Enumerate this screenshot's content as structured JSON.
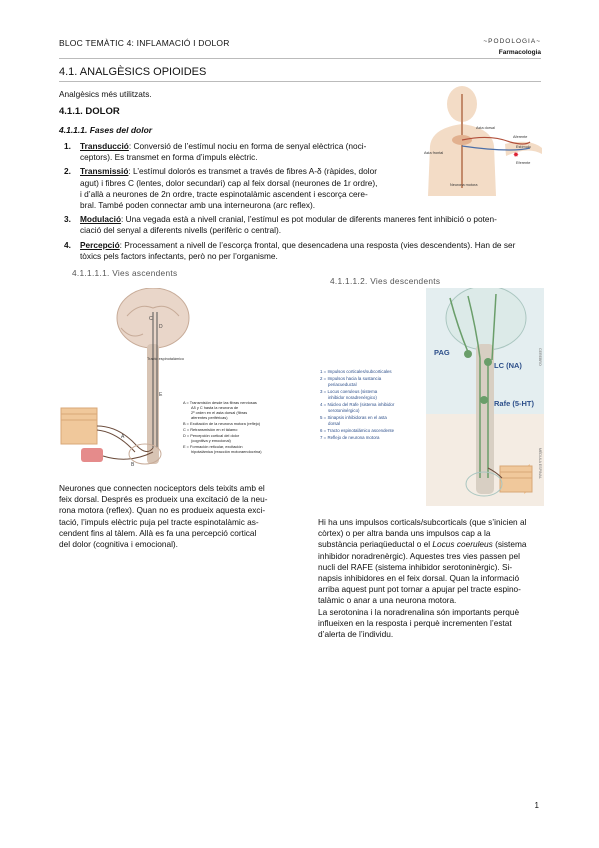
{
  "header": {
    "left": "BLOC TEMÀTIC 4: INFLAMACIÓ I DOLOR",
    "right_top": "~PODOLOGIA~",
    "right_bottom": "Farmacologia"
  },
  "section_title": "4.1. ANALGÈSICS OPIOIDES",
  "intro": "Analgèsics més utilitzats.",
  "h3": "4.1.1. DOLOR",
  "h4": "4.1.1.1. Fases del dolor",
  "steps": [
    {
      "num": "1.",
      "term": "Transducció",
      "lines": [
        ": Conversió de l’estímul nociu en forma de senyal elèctrica (noci-",
        "ceptors). Es transmet en forma d’impuls elèctric."
      ]
    },
    {
      "num": "2.",
      "term": "Transmissió",
      "lines": [
        ": L’estímul dolorós es transmet a través de fibres A-δ (ràpides, dolor",
        "agut) i fibres C (lentes, dolor secundari) cap al feix dorsal (neurones de 1r ordre),",
        "i d’allà a neurones de 2n ordre, tracte espinotalàmic ascendent i escorça cere-",
        "bral. També poden connectar amb una interneurona (arc reflex)."
      ]
    },
    {
      "num": "3.",
      "term": "Modulació",
      "lines": [
        ": Una vegada està a nivell cranial, l’estímul es pot modular de diferents maneres fent inhibició o poten-",
        "ciació del senyal a diferents nivells (perifèric o central)."
      ]
    },
    {
      "num": "4.",
      "term": "Percepció",
      "lines": [
        ": Processament a nivell de l’escorça frontal, que desencadena una resposta (vies descendents). Han de ser",
        "tòxics pels factors infectants, però no per l’organisme."
      ]
    }
  ],
  "sub_left": "4.1.1.1.1. Vies ascendents",
  "sub_right": "4.1.1.1.2. Vies descendents",
  "body_fig": {
    "labels": [
      "Asta dorsal",
      "Aferente",
      "Estímulo",
      "Eferente",
      "Asta frontal",
      "Neurona motora"
    ]
  },
  "asc_fig": {
    "tract_label": "Tracto espinotalámico",
    "legend": [
      "A = Transmisión desde las fibras nerviosas",
      "Aδ y C hasta la neurona de",
      "2º orden en el asta dorsal (fibras",
      "aferentes periféricas)",
      "B = Excitación de la neurona motora (reflejo)",
      "C = Retransmisión en el tálamo",
      "D = Percepción cortical del dolor",
      "(cognitiva y emocional)",
      "E = Formación reticular, excitación",
      "hipotalámica (reacción motoraendocrina)"
    ]
  },
  "desc_fig": {
    "labels": [
      "PAG",
      "LC (NA)",
      "Rafe (5-HT)",
      "CEREBRO",
      "MÉDULA ESPINAL"
    ],
    "legend": [
      "1 = Impulsos corticales/subcorticales",
      "2 = Impulsos hacia la sustancia",
      "periacueductal",
      "3 = Locus coeruleus (sistema",
      "inhibidor noradrenérgico)",
      "4 = Núcleo del Rafe (sistema inhibidor",
      "serotoninérgico)",
      "5 = Sinapsis inhibidoras en el asta",
      "dorsal",
      "6 = Tracto espinotalámico ascendente",
      "7 = Reflejo de neurona motora"
    ]
  },
  "left_para": [
    "Neurones que connecten nociceptors dels teixits amb el",
    "feix dorsal. Després es produeix una excitació de la neu-",
    "rona motora (reflex). Quan no es produeix aquesta exci-",
    "tació, l’impuls elèctric puja pel tracte espinotalàmic as-",
    "cendent fins al tàlem. Allà es fa una percepció cortical",
    "del dolor (cognitiva i emocional)."
  ],
  "right_para": {
    "l1": "Hi ha uns impulsos corticals/subcorticals (que s’inicien al",
    "l2": "còrtex) o per altra banda uns impulsos cap a la",
    "l3a": "substància periaqüeductal o el ",
    "l3i": "Locus coeruleus",
    "l3b": " (sistema",
    "rest": [
      "inhibidor noradrenèrgic). Aquestes tres vies passen pel",
      "nucli del RAFE (sistema inhibidor serotoninèrgic). Si-",
      "napsis inhibidores en el feix dorsal. Quan la informació",
      "arriba aquest punt pot tornar a apujar pel tracte espino-",
      "talàmic o anar a una neurona motora.",
      "La serotonina i la noradrenalina són importants perquè",
      "influeixen en la resposta i perquè incrementen l’estat",
      "d’alerta de l’individu."
    ]
  },
  "page_number": "1",
  "colors": {
    "nerve": "#b79a86",
    "brain": "#e9d6c9",
    "cord": "#d8c4b4",
    "green": "#6a9e6a",
    "skin": "#f0c89b"
  }
}
